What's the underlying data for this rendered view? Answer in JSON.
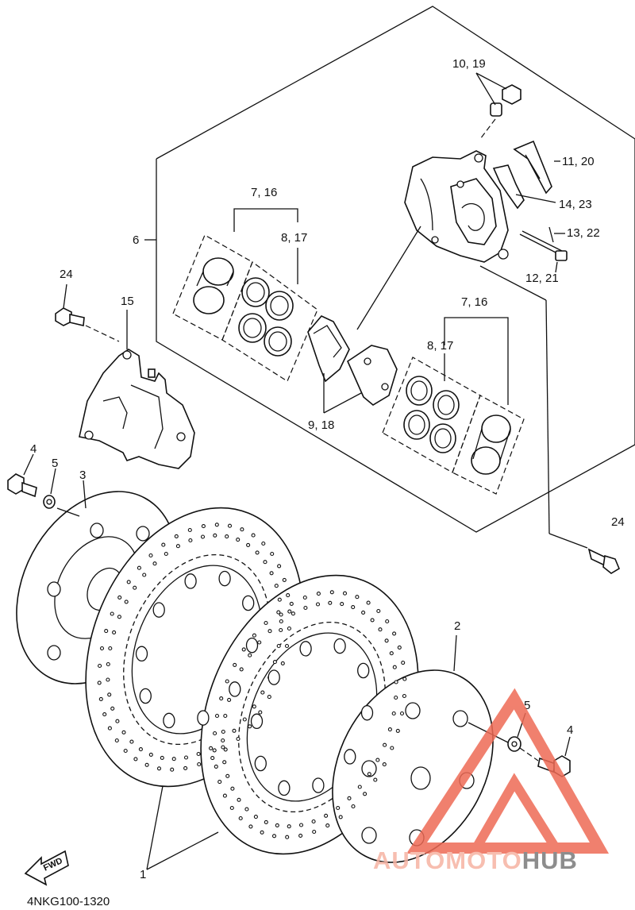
{
  "diagram": {
    "part_code": "4NKG100-1320",
    "fwd_label": "FWD",
    "labels": {
      "l1": "1",
      "l2": "2",
      "l3": "3",
      "l4a": "4",
      "l4b": "4",
      "l5a": "5",
      "l5b": "5",
      "l6": "6",
      "l7_16a": "7, 16",
      "l7_16b": "7, 16",
      "l8_17a": "8, 17",
      "l8_17b": "8, 17",
      "l9_18": "9, 18",
      "l10_19": "10, 19",
      "l11_20": "11, 20",
      "l12_21": "12, 21",
      "l13_22": "13, 22",
      "l14_23": "14, 23",
      "l15": "15",
      "l24a": "24",
      "l24b": "24"
    }
  },
  "watermark": {
    "part1": "AUTO",
    "part2": "MOTO",
    "part3": "HUB",
    "color_light": "#f6b3a3",
    "color_dark": "#7a7a7a",
    "triangle_color": "#ee6a55"
  }
}
